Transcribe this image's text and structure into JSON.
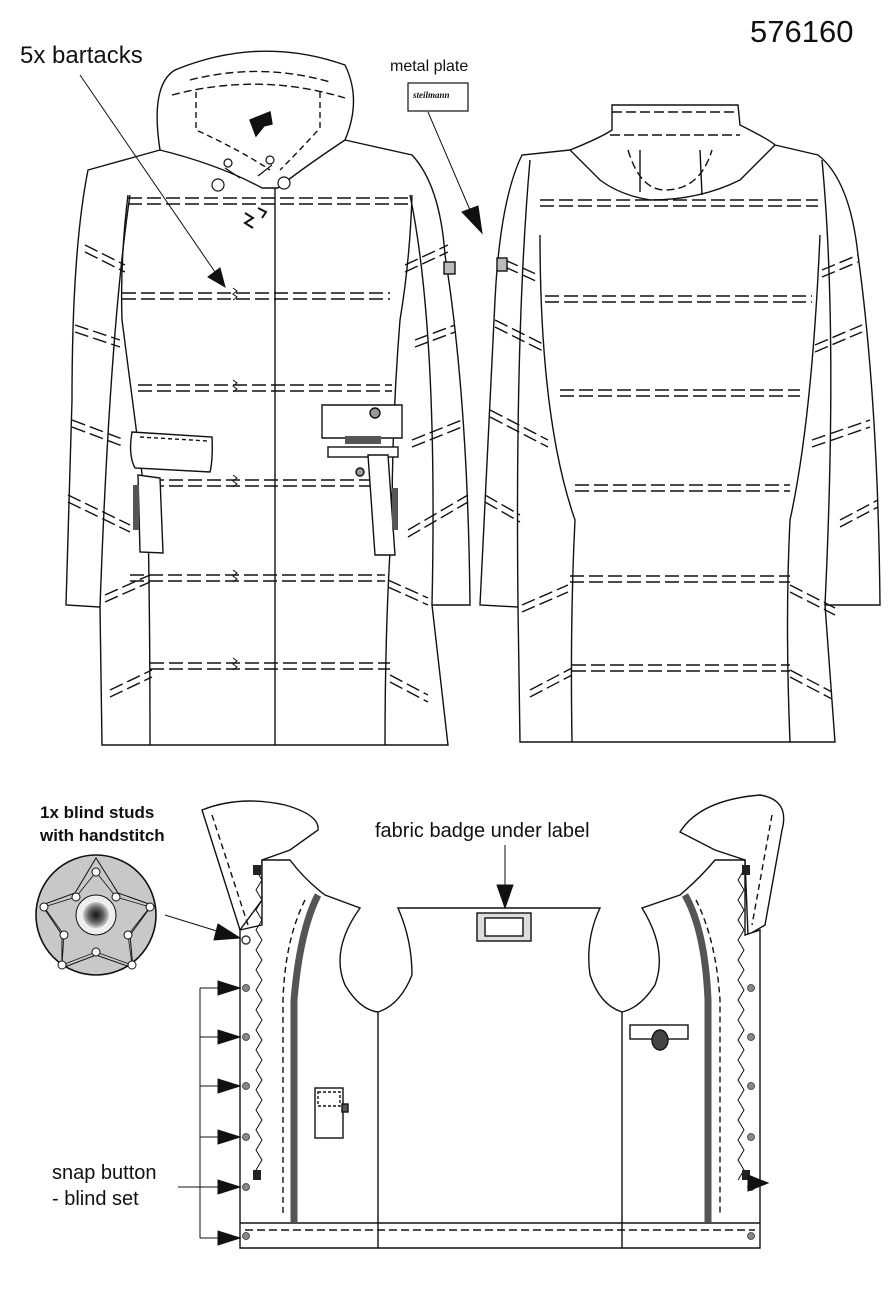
{
  "style_number": "576160",
  "callouts": {
    "bartacks": "5x bartacks",
    "metal_plate": "metal plate",
    "plate_brand": "steilmann",
    "blind_studs_line1": "1x blind studs",
    "blind_studs_line2": "with handstitch",
    "fabric_badge": "fabric badge under label",
    "snap_button_line1": "snap button",
    "snap_button_line2": "- blind set"
  }
}
